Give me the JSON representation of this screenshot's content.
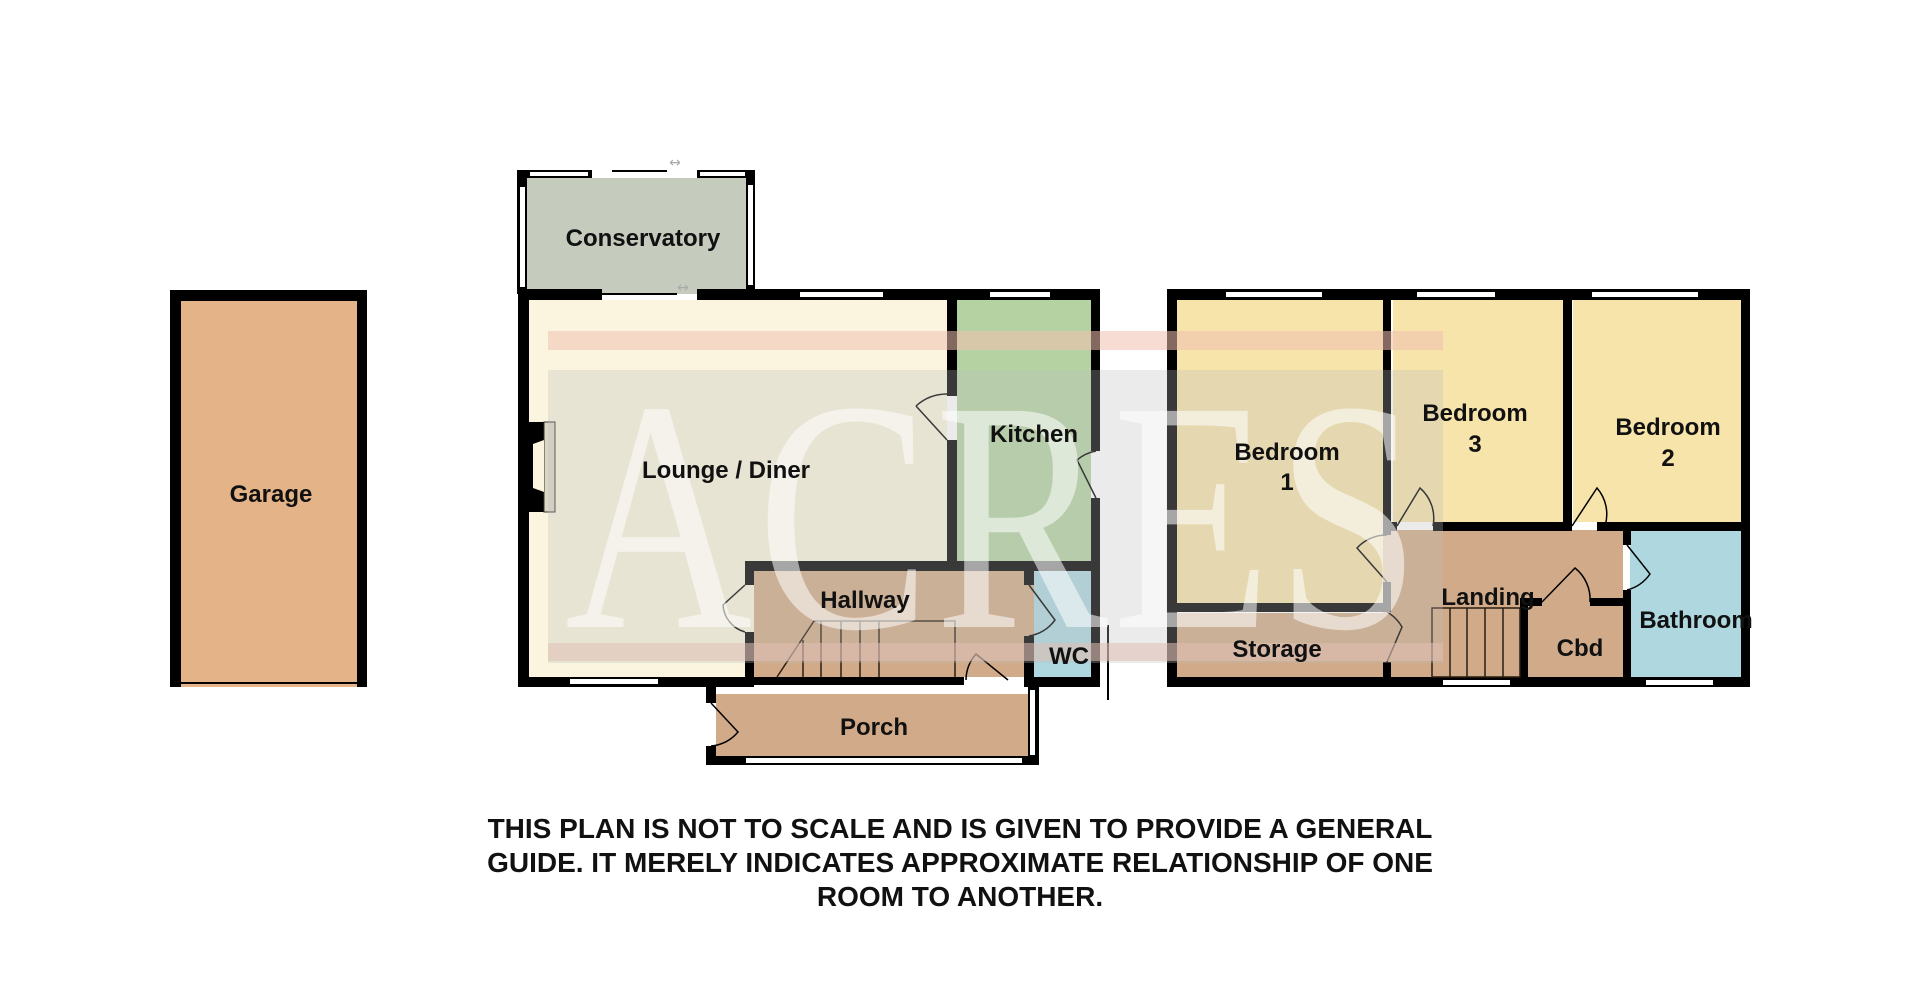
{
  "floorplan": {
    "agent_watermark": "ACRES",
    "colors": {
      "wall": "#000000",
      "window": "#ffffff",
      "garage": "#e4b488",
      "conservatory": "#c5cbbd",
      "lounge": "#fbf5df",
      "kitchen": "#b5d3a2",
      "hallway": "#d1ab89",
      "porch": "#d1ab89",
      "wc": "#aed7e0",
      "bedroom": "#f7e4ab",
      "storage": "#d1ab89",
      "landing": "#d1ab89",
      "cbd": "#d1ab89",
      "bathroom": "#aed7e0",
      "watermark_band": "#d4d4d4",
      "watermark_stripe": "#f0bfae"
    },
    "outbuilding": {
      "rooms": [
        {
          "id": "garage",
          "label": "Garage"
        }
      ]
    },
    "ground_floor": {
      "rooms": [
        {
          "id": "conservatory",
          "label": "Conservatory"
        },
        {
          "id": "lounge-diner",
          "label": "Lounge / Diner"
        },
        {
          "id": "kitchen",
          "label": "Kitchen"
        },
        {
          "id": "hallway",
          "label": "Hallway"
        },
        {
          "id": "wc",
          "label": "WC"
        },
        {
          "id": "porch",
          "label": "Porch"
        }
      ]
    },
    "first_floor": {
      "rooms": [
        {
          "id": "bedroom-1",
          "label": "Bedroom",
          "number": "1"
        },
        {
          "id": "bedroom-3",
          "label": "Bedroom",
          "number": "3"
        },
        {
          "id": "bedroom-2",
          "label": "Bedroom",
          "number": "2"
        },
        {
          "id": "storage",
          "label": "Storage"
        },
        {
          "id": "landing",
          "label": "Landing"
        },
        {
          "id": "cbd",
          "label": "Cbd"
        },
        {
          "id": "bathroom",
          "label": "Bathroom"
        }
      ]
    },
    "disclaimer": {
      "lines": [
        "THIS PLAN IS NOT TO SCALE AND IS GIVEN TO PROVIDE A GENERAL",
        "GUIDE. IT MERELY INDICATES APPROXIMATE RELATIONSHIP OF ONE",
        "ROOM TO ANOTHER."
      ]
    }
  }
}
